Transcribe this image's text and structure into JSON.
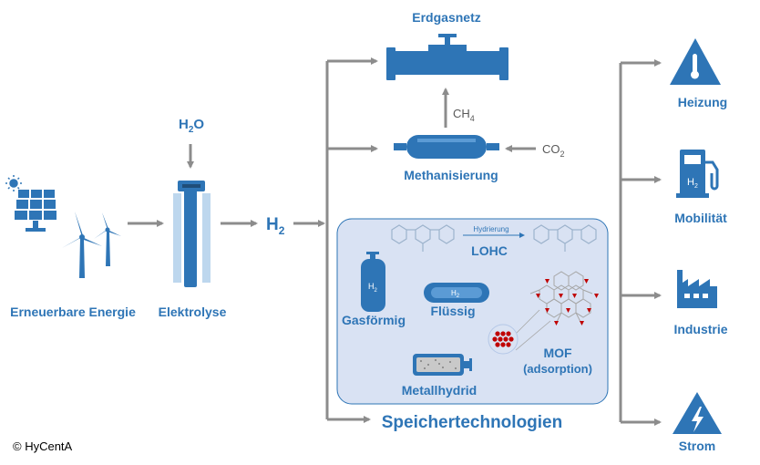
{
  "nodes": {
    "source": "Erneuerbare Energie",
    "electrolysis": "Elektrolyse",
    "water": {
      "base": "H",
      "sub": "2",
      "tail": "O"
    },
    "hydrogen": {
      "base": "H",
      "sub": "2"
    },
    "gas_grid": "Erdgasnetz",
    "methanation": "Methanisierung",
    "methane": {
      "base": "CH",
      "sub": "4"
    },
    "co2": {
      "base": "CO",
      "sub": "2"
    },
    "storage": "Speichertechnologien"
  },
  "storage_items": {
    "lohc": "LOHC",
    "hydrierung": "Hydrierung",
    "gas": "Gasförmig",
    "fluid": "Flüssig",
    "mof": "MOF",
    "mof_sub": "(adsorption)",
    "hydride": "Metallhydrid",
    "tank_label": {
      "base": "H",
      "sub": "2"
    },
    "pill_label": {
      "base": "H",
      "sub": "2"
    }
  },
  "uses": [
    "Heizung",
    "Mobilität",
    "Industrie",
    "Strom"
  ],
  "pump_label": {
    "base": "H",
    "sub": "2"
  },
  "copyright": "© HyCentA",
  "colors": {
    "primary": "#2E75B6",
    "light_box": "#D9E2F3",
    "arrow_gray": "#8C8C8C",
    "red": "#C00000"
  }
}
